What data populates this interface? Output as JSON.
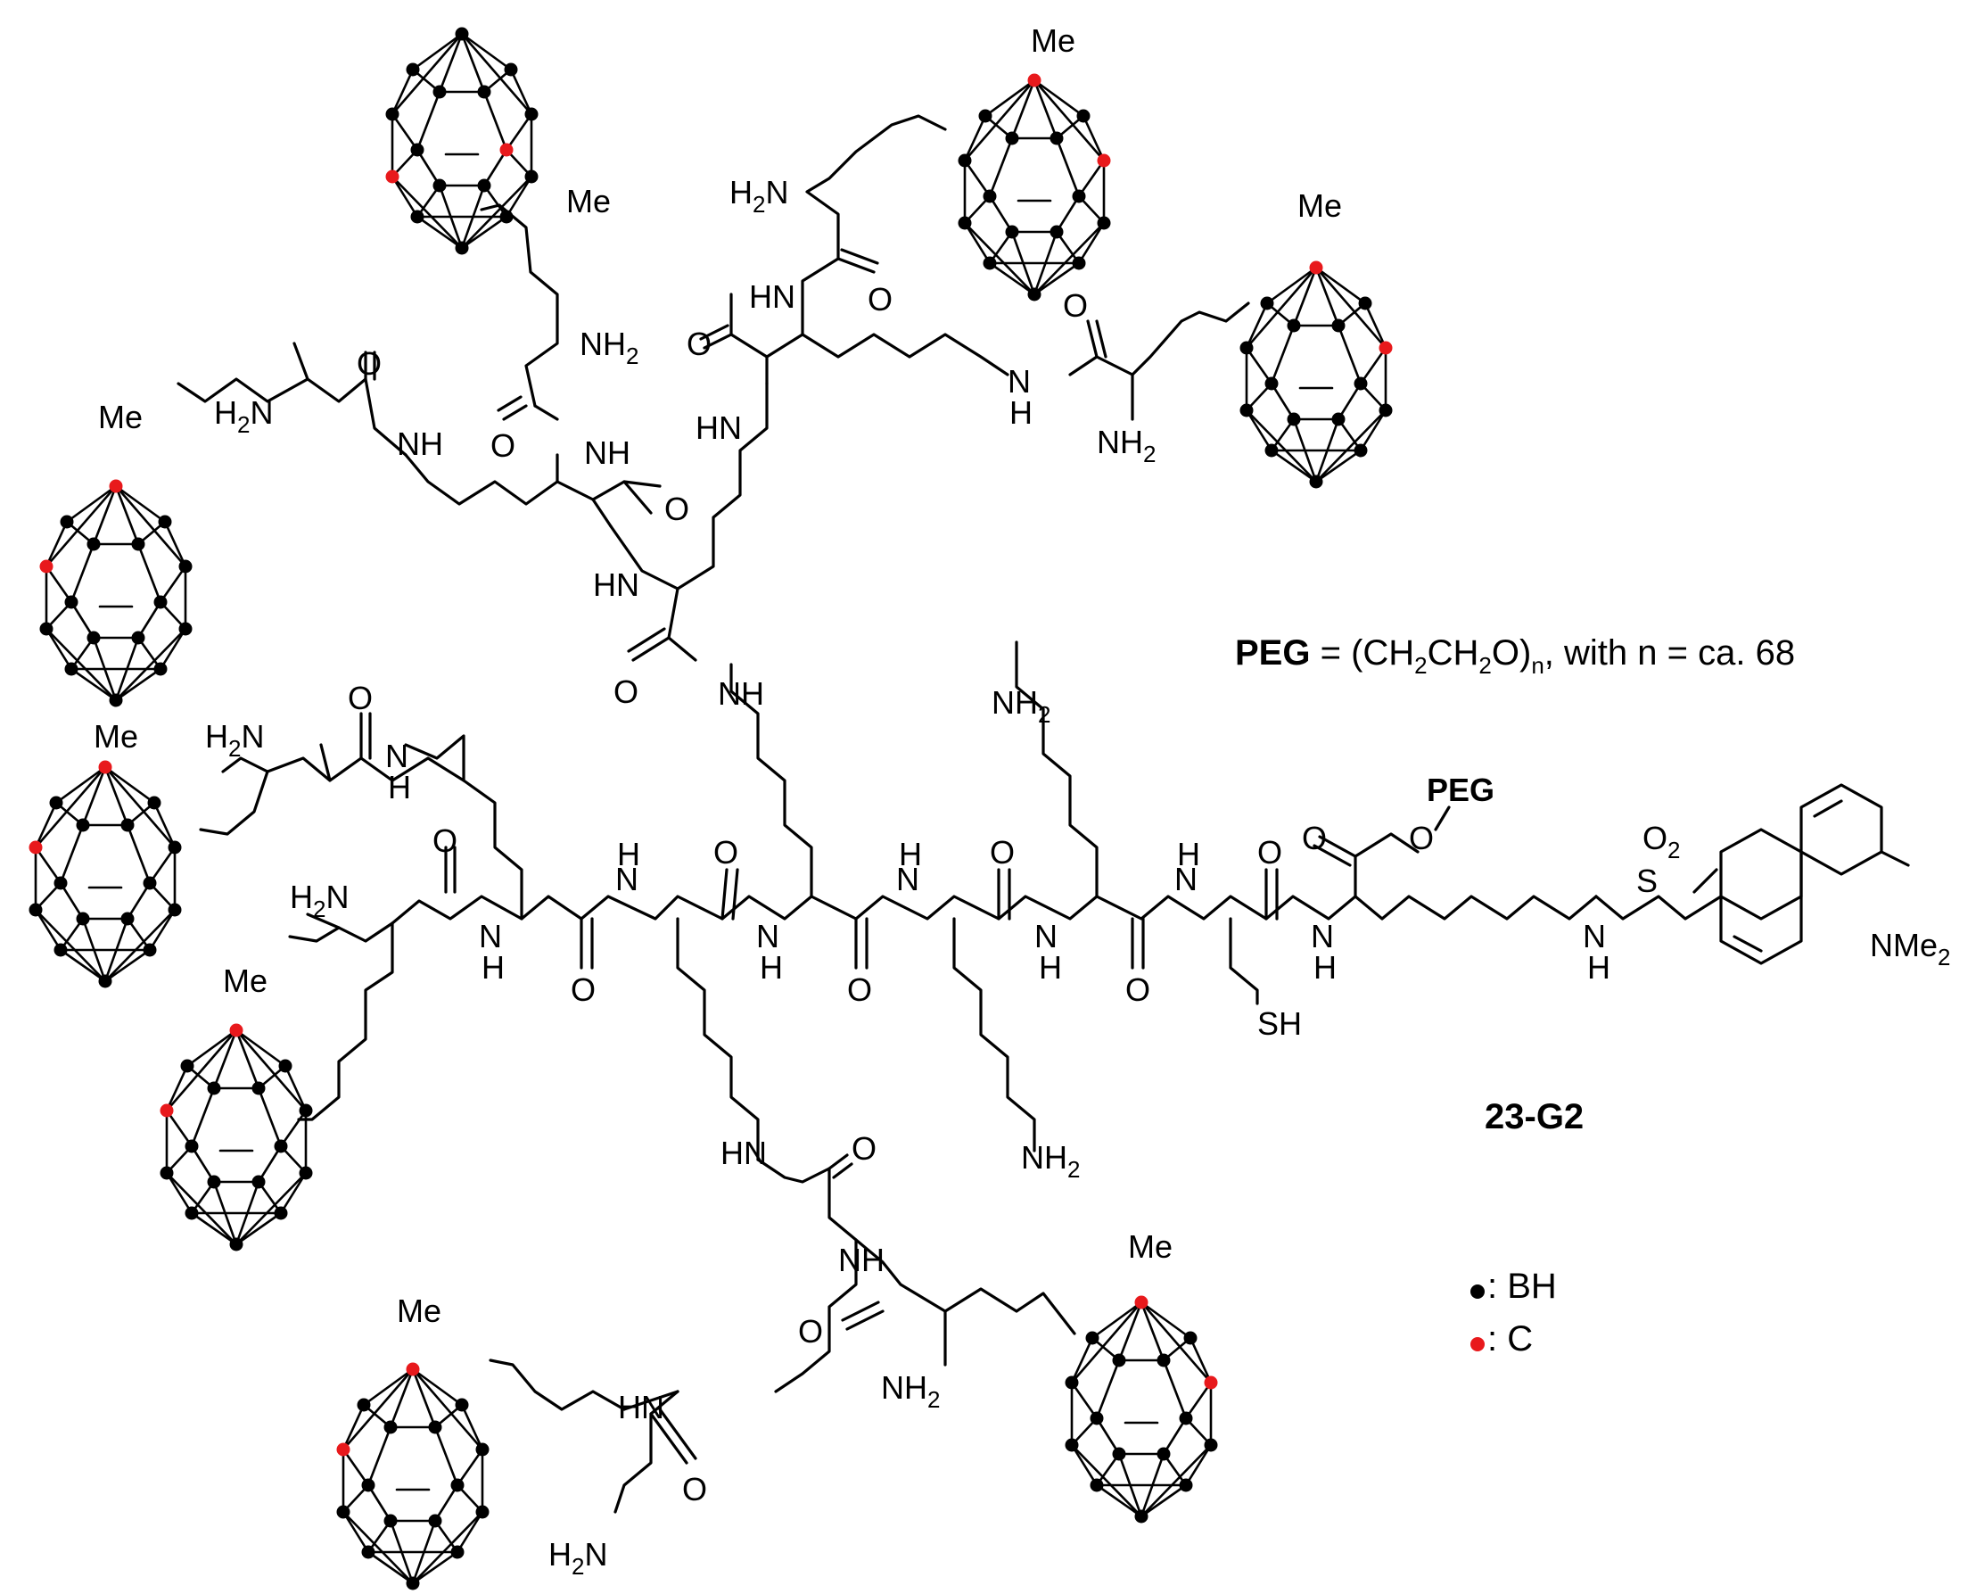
{
  "compound_label": "23-G2",
  "peg_definition": {
    "name": "PEG",
    "equals": " = (CH",
    "sub1": "2",
    "mid": "CH",
    "sub2": "2",
    "mid2": "O)",
    "sub3": "n",
    "tail": ", with n = ca. 68"
  },
  "legend": [
    {
      "text": ": BH",
      "color": "#000000"
    },
    {
      "text": ": C",
      "color": "#e8191c"
    }
  ],
  "atoms": {
    "me": "Me",
    "nh": "NH",
    "hn": "HN",
    "n": "N",
    "h": "H",
    "o": "O",
    "nh2_main": "NH",
    "nh2_sub": "2",
    "h2n_main": "H",
    "h2n_sub": "2",
    "h2n_tail": "N",
    "sh": "SH",
    "s": "S",
    "o2_main": "O",
    "o2_sub": "2",
    "nme2_main": "NMe",
    "nme2_sub": "2",
    "peg": "PEG"
  },
  "colors": {
    "boron": "#000000",
    "carbon": "#e8191c",
    "bond": "#000000"
  }
}
